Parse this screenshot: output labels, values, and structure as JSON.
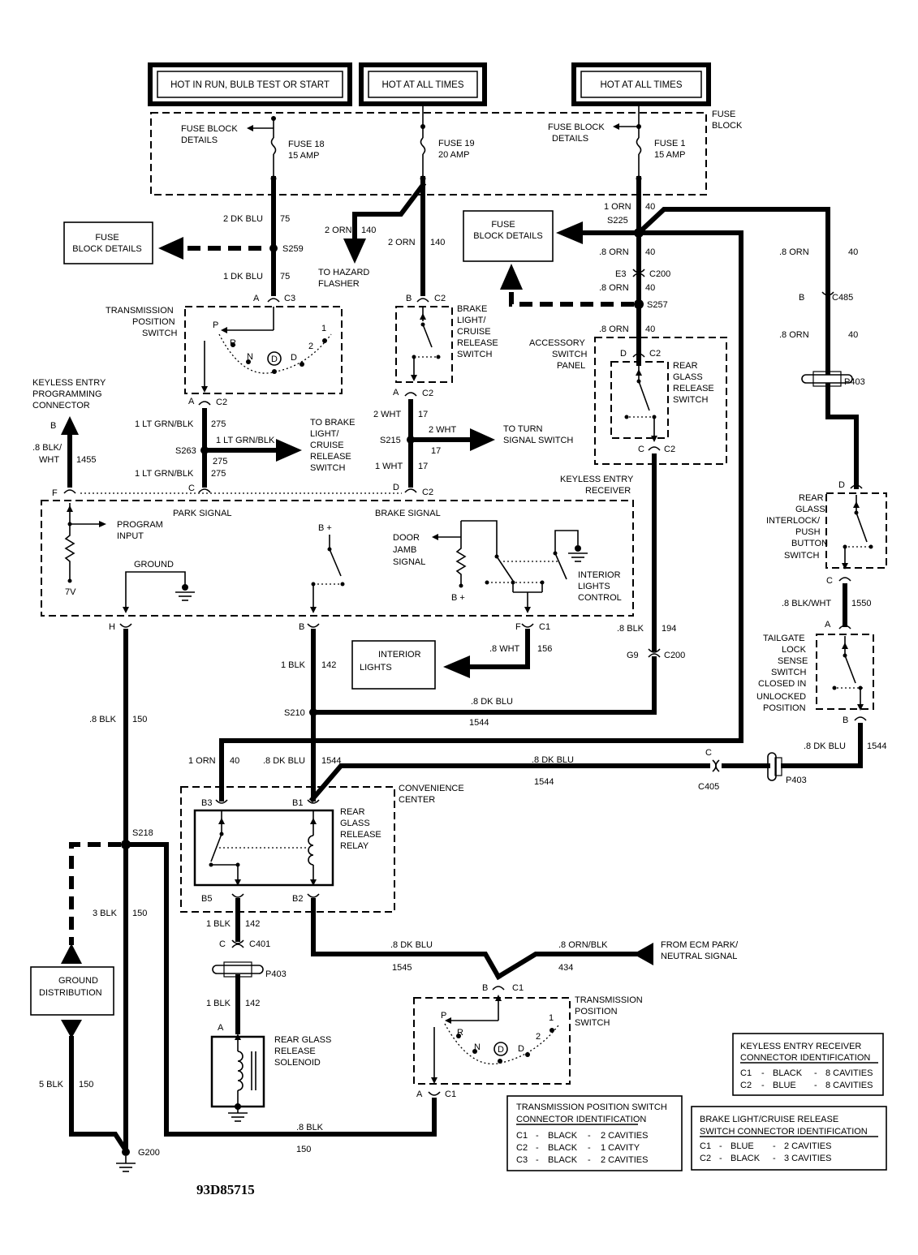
{
  "title_boxes": [
    "HOT IN RUN, BULB TEST OR START",
    "HOT AT ALL TIMES",
    "HOT AT ALL TIMES"
  ],
  "fuse_block": {
    "label_line1": "FUSE",
    "label_line2": "BLOCK",
    "details_line1": "FUSE BLOCK",
    "details_line2": "DETAILS",
    "fuse18": [
      "FUSE 18",
      "15 AMP"
    ],
    "fuse19": [
      "FUSE 19",
      "20 AMP"
    ],
    "fuse1": [
      "FUSE 1",
      "15 AMP"
    ],
    "box_details_line1": "FUSE",
    "box_details_line2": "BLOCK DETAILS",
    "box2_details_line1": "FUSE",
    "box2_details_line2": "BLOCK DETAILS"
  },
  "splices": [
    "S259",
    "S225",
    "S257",
    "S263",
    "S215",
    "S210",
    "S218"
  ],
  "connectors": [
    "C3",
    "C2",
    "C200",
    "C485",
    "P403",
    "C1",
    "C405",
    "C401",
    "G200",
    "E3",
    "G9"
  ],
  "pins": [
    "A",
    "B",
    "C",
    "D",
    "F",
    "H",
    "B3",
    "B1",
    "B5",
    "B2"
  ],
  "wires": {
    "w75a": [
      "2 DK BLU",
      "75"
    ],
    "w75b": [
      "1 DK BLU",
      "75"
    ],
    "w140a": [
      "2 ORN",
      "140"
    ],
    "w140b": [
      "2 ORN",
      "140"
    ],
    "w40a": [
      "1 ORN",
      "40"
    ],
    "w40b": [
      ".8 ORN",
      "40"
    ],
    "w40c": [
      ".8 ORN",
      "40"
    ],
    "w40d": [
      ".8 ORN",
      "40"
    ],
    "w40e": [
      ".8 ORN",
      "40"
    ],
    "w40f": [
      ".8 ORN",
      "40"
    ],
    "w275a": [
      "1 LT GRN/BLK",
      "275"
    ],
    "w275b": [
      "1 LT GRN/BLK",
      "275"
    ],
    "w275c": [
      "1 LT GRN/BLK",
      "275"
    ],
    "w17a": [
      "2 WHT",
      "17"
    ],
    "w17b": [
      "2 WHT",
      "17"
    ],
    "w17c": [
      "1 WHT",
      "17"
    ],
    "w1455": [
      ".8 BLK/",
      "WHT",
      "1455"
    ],
    "w1550": [
      ".8 BLK/WHT",
      "1550"
    ],
    "w194": [
      ".8 BLK",
      "194"
    ],
    "w156": [
      ".8 WHT",
      "156"
    ],
    "w142a": [
      "1 BLK",
      "142"
    ],
    "w142b": [
      "1 BLK",
      "142"
    ],
    "w142c": [
      "1 BLK",
      "142"
    ],
    "w150a": [
      ".8 BLK",
      "150"
    ],
    "w150b": [
      "3 BLK",
      "150"
    ],
    "w150c": [
      "5 BLK",
      "150"
    ],
    "w150d": [
      ".8 BLK",
      "150"
    ],
    "w1544a": [
      ".8 DK BLU",
      "1544"
    ],
    "w1544b": [
      ".8 DK BLU",
      "1544"
    ],
    "w1544c": [
      ".8 DK BLU",
      "1544"
    ],
    "w1544d": [
      ".8 DK BLU",
      "1544"
    ],
    "w40g": [
      "1 ORN",
      "40"
    ],
    "w1545": [
      ".8 DK BLU",
      "1545"
    ],
    "w434": [
      ".8 ORN/BLK",
      "434"
    ]
  },
  "components": {
    "tps_top": [
      "TRANSMISSION",
      "POSITION",
      "SWITCH"
    ],
    "tps_bottom": [
      "TRANSMISSION",
      "POSITION",
      "SWITCH"
    ],
    "gear_positions": [
      "P",
      "R",
      "N",
      "D",
      "D",
      "2",
      "1"
    ],
    "gear_positions_b": [
      "P",
      "R",
      "N",
      "D",
      "D",
      "2",
      "1"
    ],
    "brake_switch": [
      "BRAKE",
      "LIGHT/",
      "CRUISE",
      "RELEASE",
      "SWITCH"
    ],
    "accessory_panel": [
      "ACCESSORY",
      "SWITCH",
      "PANEL"
    ],
    "rear_glass_release_switch": [
      "REAR",
      "GLASS",
      "RELEASE",
      "SWITCH"
    ],
    "keyless_prog": [
      "KEYLESS ENTRY",
      "PROGRAMMING",
      "CONNECTOR"
    ],
    "keyless_receiver": [
      "KEYLESS ENTRY",
      "RECEIVER"
    ],
    "to_brake": [
      "TO BRAKE",
      "LIGHT/",
      "CRUISE",
      "RELEASE",
      "SWITCH"
    ],
    "to_turn": [
      "TO TURN",
      "SIGNAL SWITCH"
    ],
    "to_hazard": [
      "TO HAZARD",
      "FLASHER"
    ],
    "park_signal": "PARK SIGNAL",
    "brake_signal": "BRAKE SIGNAL",
    "program_input": [
      "PROGRAM",
      "INPUT"
    ],
    "ground": "GROUND",
    "v7": "7V",
    "bplus_a": "B +",
    "bplus_b": "B +",
    "door_jamb": [
      "DOOR",
      "JAMB",
      "SIGNAL"
    ],
    "interior_control": [
      "INTERIOR",
      "LIGHTS",
      "CONTROL"
    ],
    "interior_lights": [
      "INTERIOR",
      "LIGHTS"
    ],
    "rear_glass_interlock": [
      "REAR",
      "GLASS",
      "INTERLOCK/",
      "PUSH",
      "BUTTON",
      "SWITCH"
    ],
    "tailgate": [
      "TAILGATE",
      "LOCK",
      "SENSE",
      "SWITCH",
      "CLOSED IN",
      "UNLOCKED",
      "POSITION"
    ],
    "convenience_center": [
      "CONVENIENCE",
      "CENTER"
    ],
    "relay": [
      "REAR",
      "GLASS",
      "RELEASE",
      "RELAY"
    ],
    "ground_distribution": [
      "GROUND",
      "DISTRIBUTION"
    ],
    "solenoid": [
      "REAR GLASS",
      "RELEASE",
      "SOLENOID"
    ],
    "from_ecm": [
      "FROM ECM PARK/",
      "NEUTRAL SIGNAL"
    ]
  },
  "tables": {
    "keyless": {
      "title": [
        "KEYLESS ENTRY RECEIVER",
        "CONNECTOR IDENTIFICATION"
      ],
      "rows": [
        [
          "C1",
          "-",
          "BLACK",
          "-",
          "8 CAVITIES"
        ],
        [
          "C2",
          "-",
          "BLUE",
          "-",
          "8 CAVITIES"
        ]
      ]
    },
    "tps": {
      "title": [
        "TRANSMISSION POSITION SWITCH",
        "CONNECTOR IDENTIFICATION"
      ],
      "rows": [
        [
          "C1",
          "-",
          "BLACK",
          "-",
          "2 CAVITIES"
        ],
        [
          "C2",
          "-",
          "BLACK",
          "-",
          "1 CAVITY"
        ],
        [
          "C3",
          "-",
          "BLACK",
          "-",
          "2 CAVITIES"
        ]
      ]
    },
    "brake": {
      "title": [
        "BRAKE LIGHT/CRUISE RELEASE",
        "SWITCH CONNECTOR IDENTIFICATION"
      ],
      "rows": [
        [
          "C1",
          "-",
          "BLUE",
          "-",
          "2 CAVITIES"
        ],
        [
          "C2",
          "-",
          "BLACK",
          "-",
          "3 CAVITIES"
        ]
      ]
    }
  },
  "figure_id": "93D85715"
}
